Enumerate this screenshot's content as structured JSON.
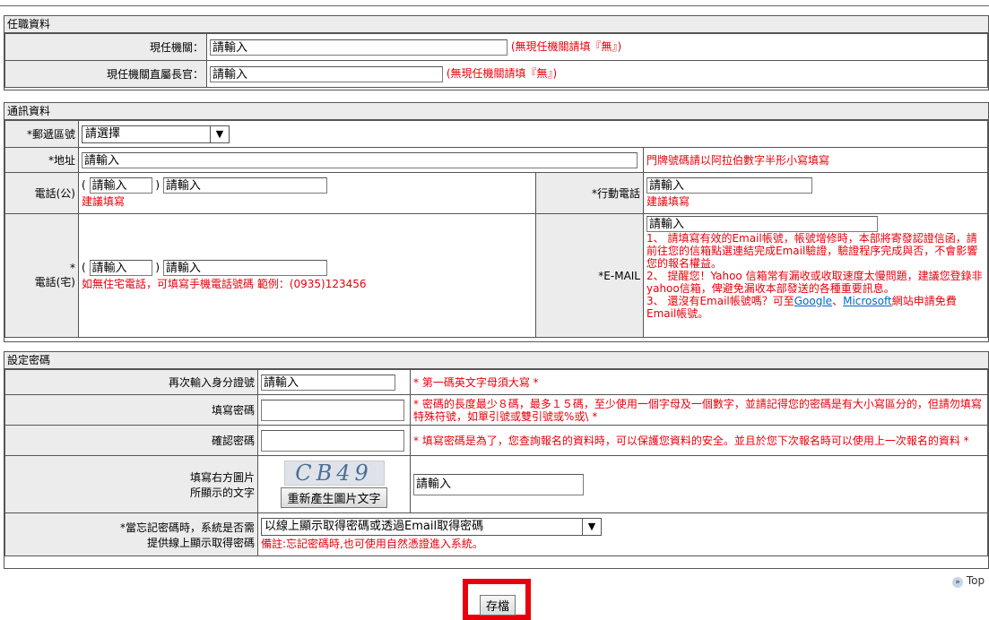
{
  "employment": {
    "title": "任職資料",
    "current_agency_label": "現任機關：",
    "current_agency_value": "請輸入",
    "current_agency_note": "(無現任機關請填『無』)",
    "supervisor_label": "現任機關直屬長官：",
    "supervisor_value": "請輸入",
    "supervisor_note": "(無現任機關請填『無』)"
  },
  "contact": {
    "title": "通訊資料",
    "postal_label": "*郵遞區號",
    "postal_selected": "請選擇",
    "address_label": "*地址",
    "address_value": "請輸入",
    "address_note": "門牌號碼請以阿拉伯數字半形小寫填寫",
    "office_phone_label": "電話(公)",
    "office_area": "請輸入",
    "office_number": "請輸入",
    "office_note": "建議填寫",
    "mobile_label": "*行動電話",
    "mobile_value": "請輸入",
    "mobile_note": "建議填寫",
    "home_phone_star": "*",
    "home_phone_label": "電話(宅)",
    "home_area": "請輸入",
    "home_number": "請輸入",
    "home_note": "如無住宅電話，可填寫手機電話號碼 範例：(0935)123456",
    "paren_open": "(",
    "paren_close": ")",
    "email_label": "*E-MAIL",
    "email_value": "請輸入",
    "email_note_1": "1、 請填寫有效的Email帳號，帳號增修時，本部將寄發認證信函，請前往您的信箱點選連結完成Email驗證，驗證程序完成與否，不會影響您的報名權益。",
    "email_note_2": "2、 提醒您！Yahoo 信箱常有漏收或收取速度太慢問題，建議您登錄非yahoo信箱，俾避免漏收本部發送的各種重要訊息。",
    "email_note_3a": "3、 還沒有Email帳號嗎？可至",
    "email_link_google": "Google",
    "email_sep": "、",
    "email_link_microsoft": "Microsoft",
    "email_note_3b": "網站申請免費Email帳號。"
  },
  "password": {
    "title": "設定密碼",
    "reenter_id_label": "再次輸入身分證號",
    "reenter_id_value": "請輸入",
    "reenter_id_note": "* 第一碼英文字母須大寫 *",
    "pwd_label": "填寫密碼",
    "pwd_note": "* 密碼的長度最少８碼，最多１５碼，至少使用一個字母及一個數字，並請記得您的密碼是有大小寫區分的，但請勿填寫特殊符號，如單引號或雙引號或%或\\ *",
    "confirm_label": "確認密碼",
    "confirm_note": "* 填寫密碼是為了，您查詢報名的資料時，可以保護您資料的安全。並且於您下次報名時可以使用上一次報名的資料 *",
    "captcha_label_1": "填寫右方圖片",
    "captcha_label_2": "所顯示的文字",
    "captcha_text": "CB49",
    "regenerate_button": "重新產生圖片文字",
    "captcha_value": "請輸入",
    "forgot_label_1": "*當忘記密碼時，系統是否需",
    "forgot_label_2": "提供線上顯示取得密碼",
    "forgot_selected": "以線上顯示取得密碼或透過Email取得密碼",
    "forgot_note": "備註:忘記密碼時,也可使用自然憑證進入系統。"
  },
  "footer": {
    "top_link": "Top",
    "save_button": "存檔"
  },
  "colors": {
    "highlight": "#e8000b",
    "link": "#0066cc"
  }
}
